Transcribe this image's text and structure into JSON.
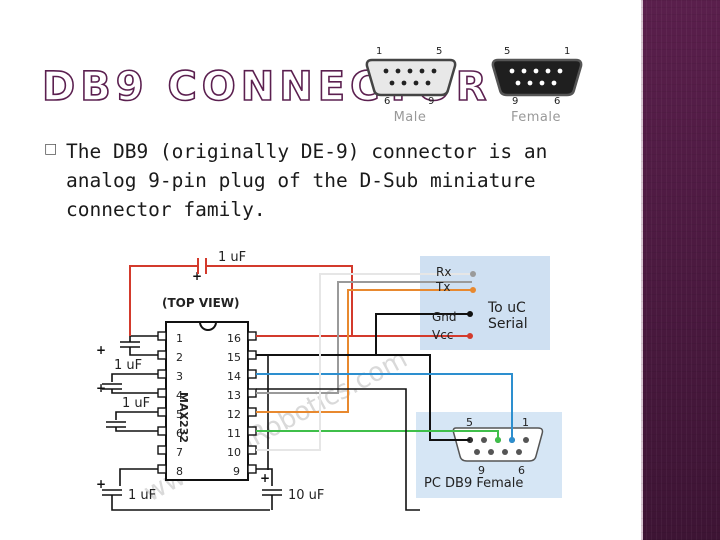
{
  "slide": {
    "title": "DB9 CONNECTOR",
    "bullet_icon": "checkbox-bullet-icon",
    "bullet_text": "The DB9 (originally DE-9) connector is an analog 9-pin plug of the D-Sub miniature connector family."
  },
  "connectors": {
    "male": {
      "label": "Male",
      "pin_tl": "1",
      "pin_tr": "5",
      "pin_bl": "6",
      "pin_br": "9"
    },
    "female": {
      "label": "Female",
      "pin_tl": "5",
      "pin_tr": "1",
      "pin_bl": "9",
      "pin_br": "6"
    }
  },
  "schematic": {
    "top_cap": "1 uF",
    "top_view": "(TOP VIEW)",
    "ic_name": "MAX232",
    "left_pins": [
      "1",
      "2",
      "3",
      "4",
      "5",
      "6",
      "7",
      "8"
    ],
    "right_pins": [
      "16",
      "15",
      "14",
      "13",
      "12",
      "11",
      "10",
      "9"
    ],
    "cap_left_1": "1 uF",
    "cap_left_2": "1 uF",
    "cap_bottom_left": "1 uF",
    "cap_bottom_right": "10 uF",
    "signals": [
      "Rx",
      "Tx",
      "Gnd",
      "Vcc"
    ],
    "uc_label_1": "To uC",
    "uc_label_2": "Serial",
    "db9_pin_5": "5",
    "db9_pin_1": "1",
    "db9_pin_9": "9",
    "db9_pin_6": "6",
    "db9_label": "PC DB9 Female",
    "watermark": "www.SunRobotics.com"
  },
  "colors": {
    "accent_band": "#5a1f4c",
    "title_outline": "#5b1f4f",
    "wire_red": "#d33a2c",
    "wire_orange": "#e8892f",
    "wire_gray": "#9a9a9a",
    "wire_blue": "#2d8fcf",
    "wire_green": "#3fbf4a",
    "panel_bg": "#cfe0f2"
  }
}
